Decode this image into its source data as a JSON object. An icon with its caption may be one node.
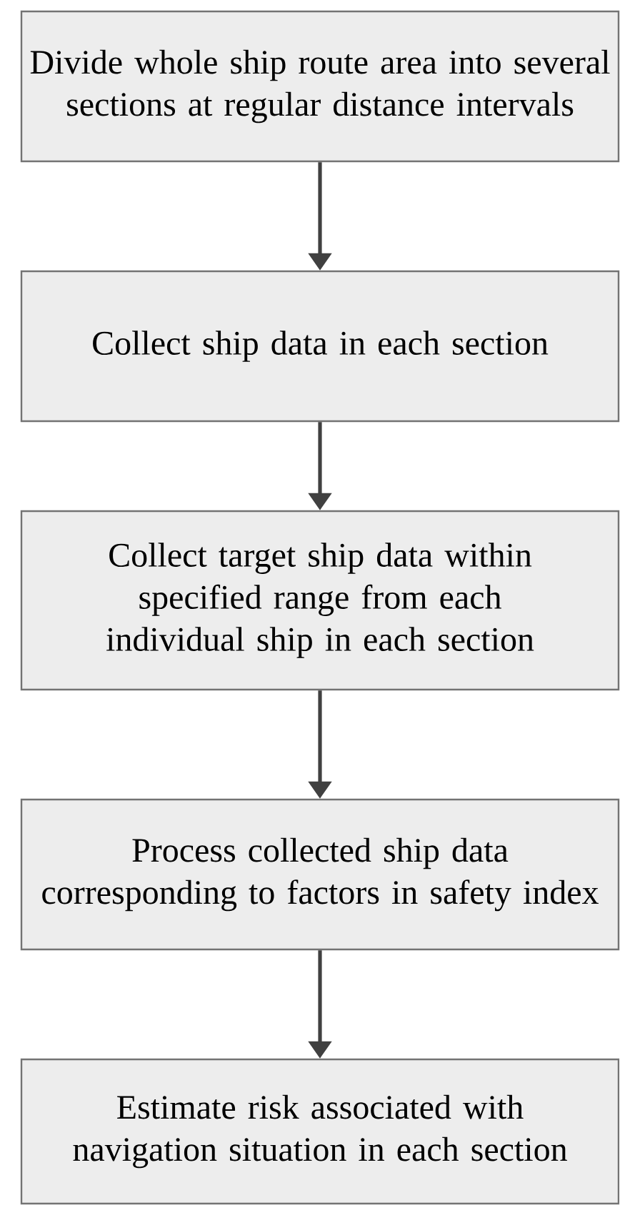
{
  "diagram": {
    "nodes": [
      {
        "text": [
          "Divide whole ship route area into several sections at regular distance intervals"
        ]
      },
      {
        "text": [
          "Collect ship data in each section"
        ]
      },
      {
        "text": [
          "Collect target ship data within specified range from each individual ship in each section"
        ]
      },
      {
        "text": [
          "Process collected ship data corresponding to factors in safety index"
        ]
      },
      {
        "text": [
          "Estimate risk associated with navigation situation in each section"
        ]
      }
    ],
    "edges": [
      {
        "from": 0,
        "to": 1,
        "arrow": "to"
      },
      {
        "from": 1,
        "to": 2,
        "arrow": "to"
      },
      {
        "from": 2,
        "to": 3,
        "arrow": "to"
      },
      {
        "from": 3,
        "to": 4,
        "arrow": "to"
      }
    ]
  }
}
